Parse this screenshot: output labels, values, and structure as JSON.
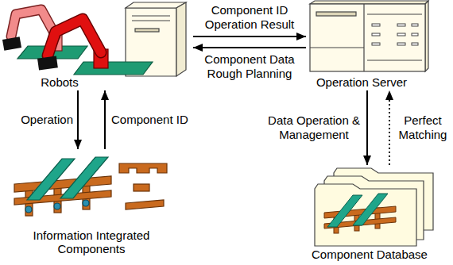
{
  "diagram": {
    "nodes": [
      {
        "text": [
          "Robots"
        ]
      },
      {
        "text": [
          "Operation Server"
        ]
      },
      {
        "text": [
          "Information Integrated Components"
        ]
      },
      {
        "text": [
          "Component Database"
        ]
      }
    ],
    "edges": [
      {
        "from": 0,
        "to": 1,
        "arrow": "to",
        "label": "Component ID Operation Result"
      },
      {
        "from": 1,
        "to": 0,
        "arrow": "to",
        "label": "Component Data Rough Planning"
      },
      {
        "from": 0,
        "to": 2,
        "arrow": "to",
        "label": "Operation"
      },
      {
        "from": 2,
        "to": 0,
        "arrow": "to",
        "label": "Component ID"
      },
      {
        "from": 1,
        "to": 3,
        "arrow": "to",
        "label": "Data Operation & Management"
      },
      {
        "from": 3,
        "to": 1,
        "arrow": "to",
        "label": "Perfect Matching"
      }
    ]
  }
}
